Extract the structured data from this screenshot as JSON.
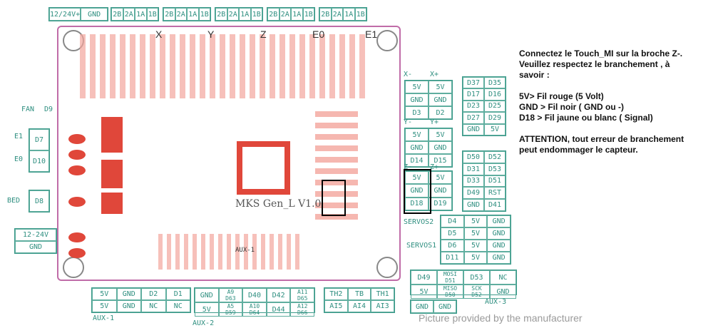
{
  "tables": {
    "power_top": {
      "cols": 2,
      "cells": [
        "12/24V+",
        "GND"
      ]
    },
    "motor_x": {
      "cols": 4,
      "cells": [
        "2B",
        "2A",
        "1A",
        "1B"
      ]
    },
    "motor_y": {
      "cols": 4,
      "cells": [
        "2B",
        "2A",
        "1A",
        "1B"
      ]
    },
    "motor_z": {
      "cols": 4,
      "cells": [
        "2B",
        "2A",
        "1A",
        "1B"
      ]
    },
    "motor_e0": {
      "cols": 4,
      "cells": [
        "2B",
        "2A",
        "1A",
        "1B"
      ]
    },
    "motor_e1": {
      "cols": 4,
      "cells": [
        "2B",
        "2A",
        "1A",
        "1B"
      ]
    },
    "extruders": {
      "cols": 1,
      "cells": [
        "D7",
        "D10"
      ]
    },
    "bed": {
      "cols": 1,
      "cells": [
        "D8"
      ]
    },
    "power_left": {
      "cols": 1,
      "cells": [
        "12-24V",
        "GND"
      ]
    },
    "endstop_x": {
      "cols": 2,
      "cells": [
        "5V",
        "5V",
        "GND",
        "GND",
        "D3",
        "D2"
      ]
    },
    "endstop_y": {
      "cols": 2,
      "cells": [
        "5V",
        "5V",
        "GND",
        "GND",
        "D14",
        "D15"
      ]
    },
    "endstop_z": {
      "cols": 2,
      "cells": [
        "5V",
        "5V",
        "GND",
        "GND",
        "D18",
        "D19"
      ]
    },
    "pins_upper": {
      "cols": 2,
      "cells": [
        "D37",
        "D35",
        "D17",
        "D16",
        "D23",
        "D25",
        "D27",
        "D29",
        "GND",
        "5V"
      ]
    },
    "pins_lower": {
      "cols": 2,
      "cells": [
        "D50",
        "D52",
        "D31",
        "D53",
        "D33",
        "D51",
        "D49",
        "RST",
        "GND",
        "D41"
      ]
    },
    "servos": {
      "cols": 3,
      "cells": [
        "D4",
        "5V",
        "GND",
        "D5",
        "5V",
        "GND",
        "D6",
        "5V",
        "GND",
        "D11",
        "5V",
        "GND"
      ]
    },
    "aux3": {
      "cols": 4,
      "cells": [
        "D49",
        "MOSI\nD51",
        "D53",
        "NC",
        "5V",
        "MISO\nD50",
        "SCK\nD52",
        "GND"
      ]
    },
    "aux3_gnd": {
      "cols": 2,
      "cells": [
        "GND",
        "GND"
      ]
    },
    "aux1": {
      "cols": 4,
      "cells": [
        "5V",
        "GND",
        "D2",
        "D1",
        "5V",
        "GND",
        "NC",
        "NC"
      ]
    },
    "aux2": {
      "cols": 5,
      "cells": [
        "GND",
        "A9\nD63",
        "D40",
        "D42",
        "A11\nD65",
        "5V",
        "A5\nD59",
        "A10\nD64",
        "D44",
        "A12\nD66"
      ]
    },
    "thermistors": {
      "cols": 3,
      "cells": [
        "TH2",
        "TB",
        "TH1",
        "AI5",
        "AI4",
        "AI3"
      ]
    }
  },
  "labels": {
    "fan": "FAN",
    "fan_pin": "D9",
    "e1": "E1",
    "e0": "E0",
    "bed": "BED",
    "x_minus": "X-",
    "x_plus": "X+",
    "y_minus": "Y-",
    "y_plus": "Y+",
    "z_minus": "Z-",
    "z_plus": "Z+",
    "servos2": "SERVOS2",
    "servos1": "SERVOS1",
    "aux1": "AUX-1",
    "aux2": "AUX-2",
    "aux3": "AUX-3"
  },
  "board": {
    "name": "MKS  Gen_L V1.0",
    "aux1_silk": "AUX-1",
    "axes": [
      "X",
      "Y",
      "Z",
      "E0",
      "E1"
    ]
  },
  "note": {
    "lines": [
      "Connectez le Touch_MI sur la broche Z-.",
      "Veuillez respectez le branchement , à",
      "savoir :",
      "",
      "5V> Fil rouge (5 Volt)",
      "GND > Fil noir ( GND ou -)",
      "D18 > Fil jaune ou blanc ( Signal)",
      "",
      "ATTENTION, tout erreur de branchement",
      "peut endommager le capteur."
    ]
  },
  "watermark": "Picture provided by the manufacturer",
  "colors": {
    "silk": "#2f8f80",
    "copper": "#e0473a",
    "outline": "#c06ca8"
  }
}
